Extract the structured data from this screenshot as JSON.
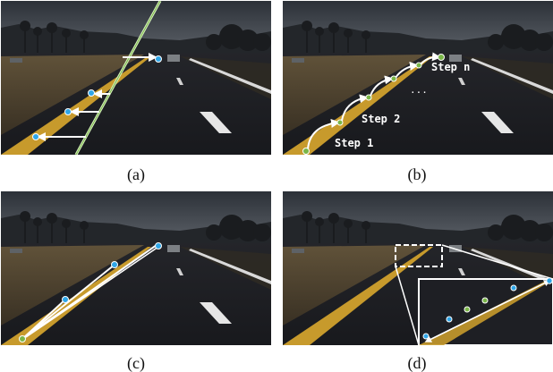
{
  "captions": {
    "a": "(a)",
    "b": "(b)",
    "c": "(c)",
    "d": "(d)"
  },
  "panel_b_labels": {
    "step1": "Step 1",
    "step2": "Step 2",
    "stepn": "Step n",
    "ellipsis": "..."
  },
  "colors": {
    "sky": "#3a3f46",
    "road": "#1c1d22",
    "lane_yellow": "#c79a2c",
    "lane_white": "#e6e6e6",
    "point_blue": "#2fa6e8",
    "point_green": "#7ab648",
    "fit_line": "#d8f0c0",
    "arrow": "#ffffff"
  }
}
